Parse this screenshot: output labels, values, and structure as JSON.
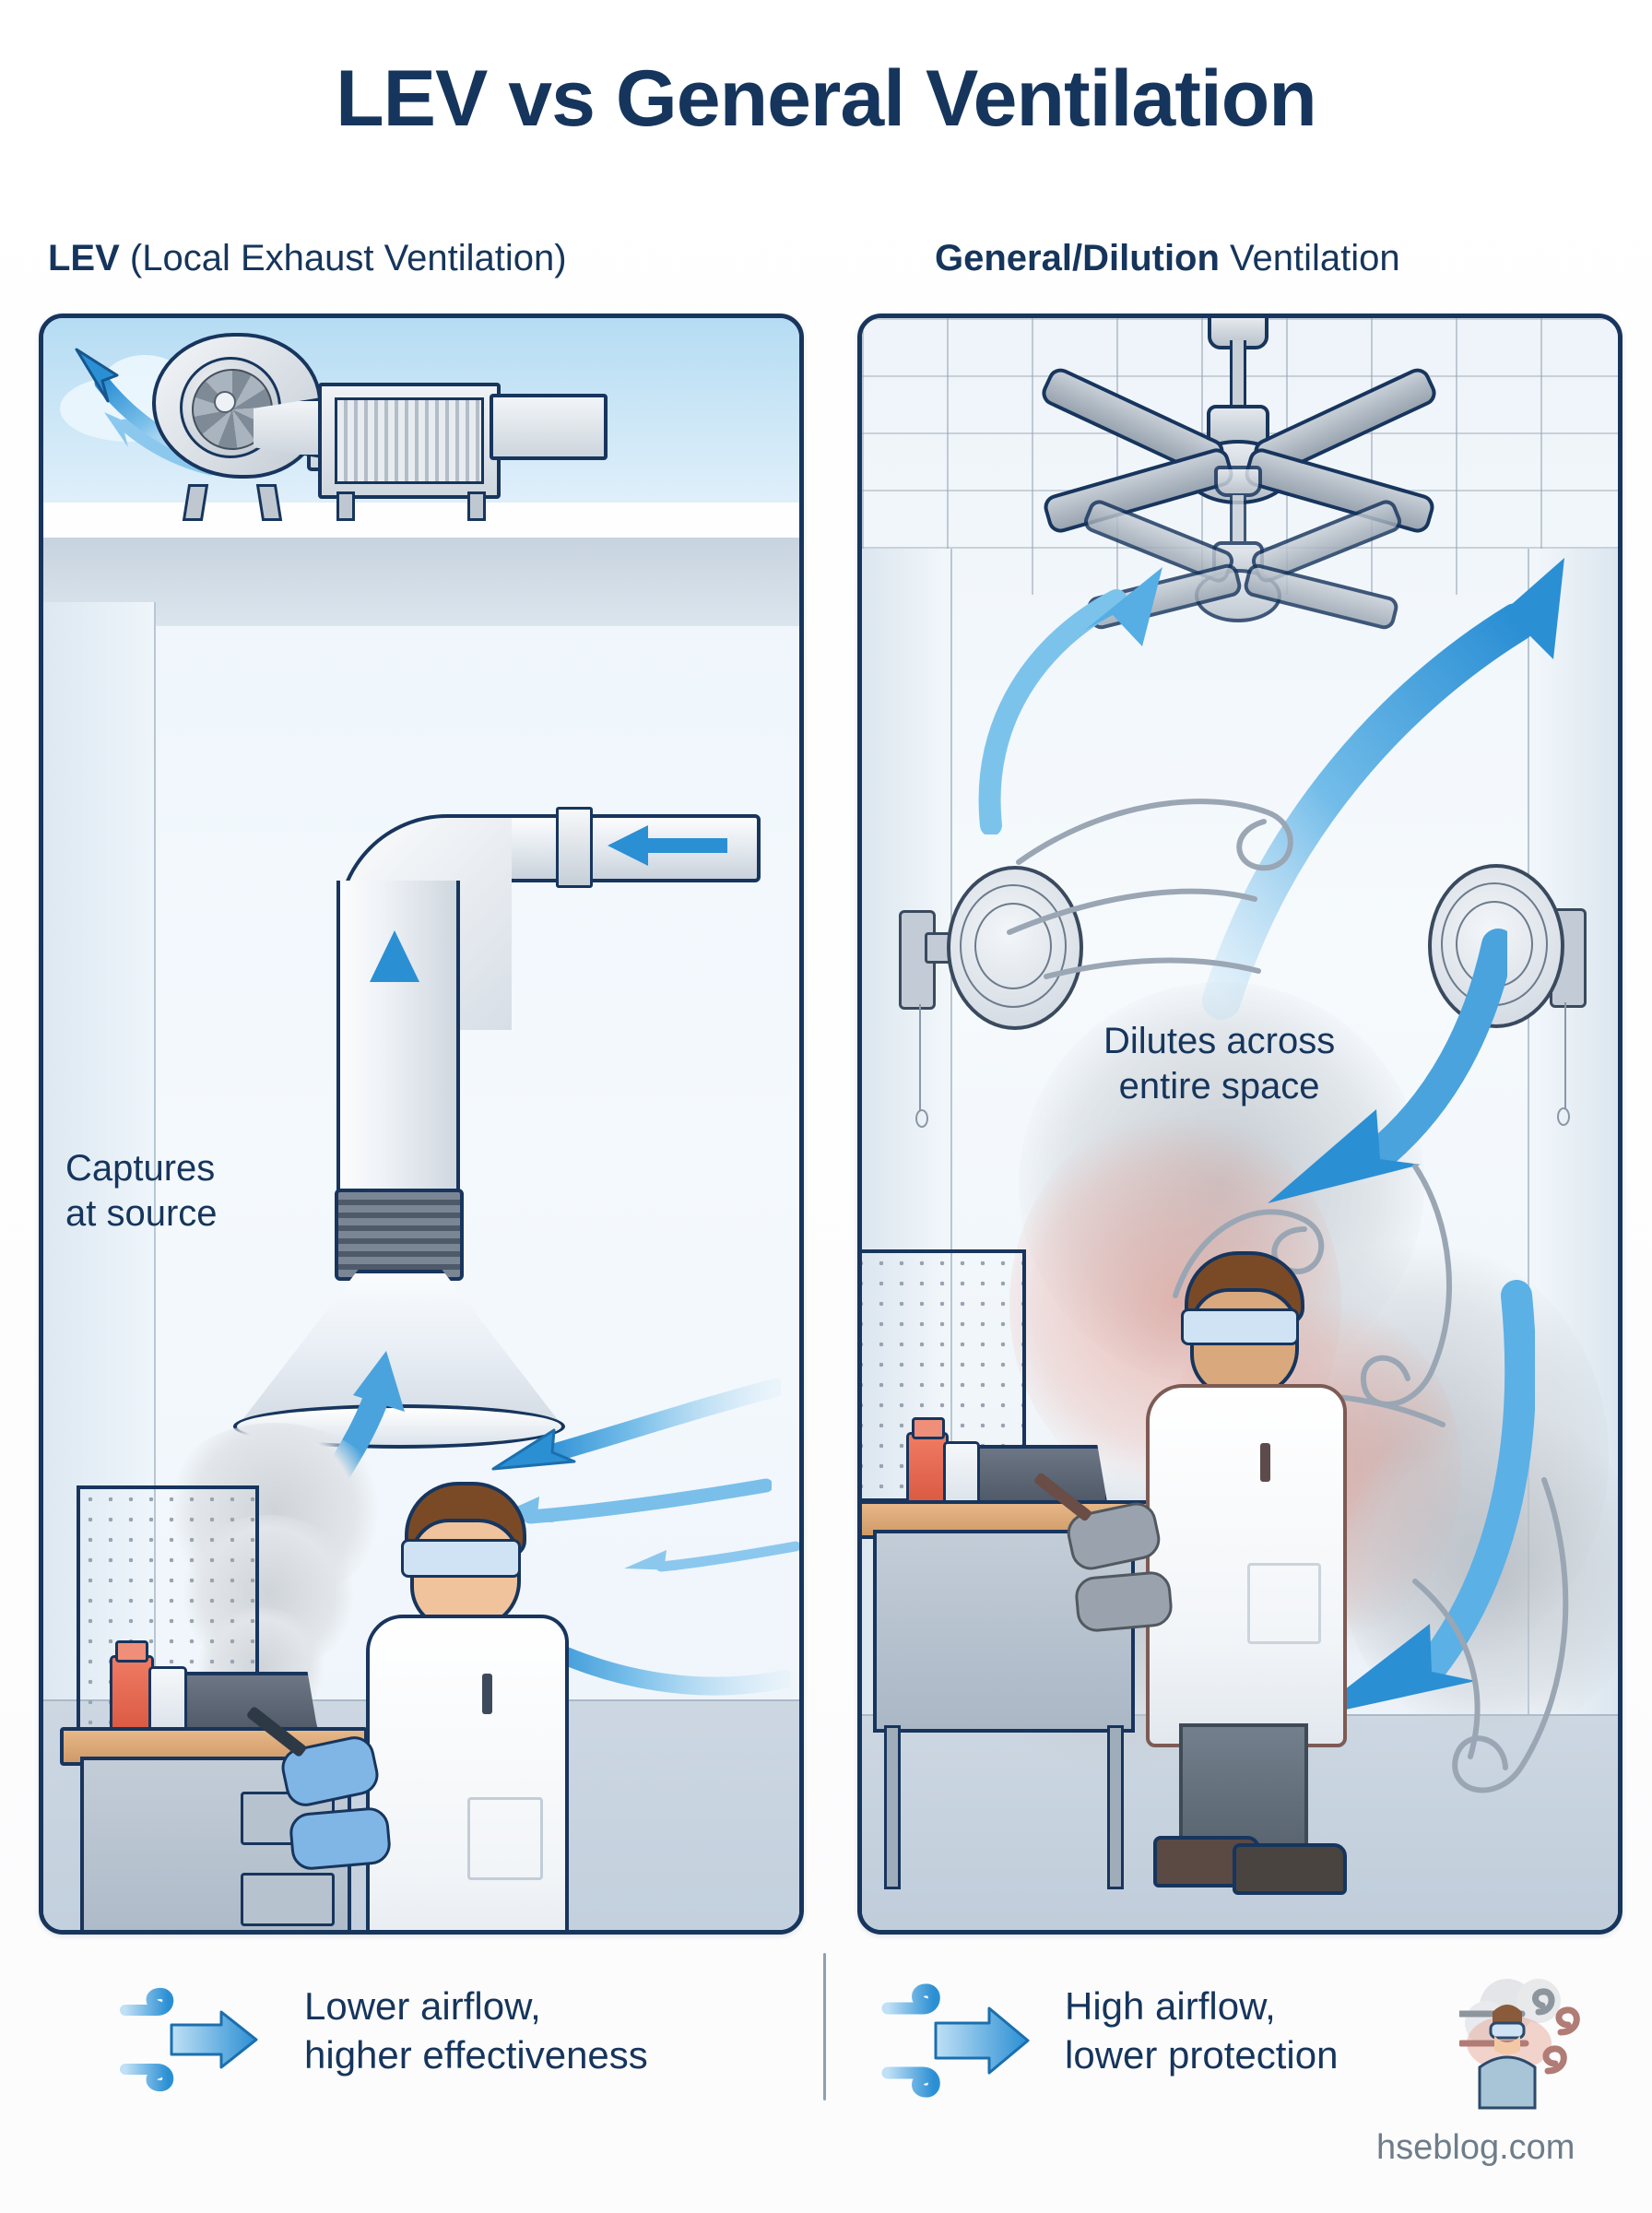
{
  "title": "LEV vs General Ventilation",
  "panels": {
    "left": {
      "head_bold": "LEV",
      "head_rest": " (Local Exhaust Ventilation)",
      "callout": "Captures\nat source",
      "scene_items": [
        "roof-blower",
        "filter-box",
        "exhaust-duct",
        "flexible-duct",
        "capture-hood",
        "pegboard",
        "workbench",
        "worker-soldering",
        "smoke-plume",
        "capture-arrows"
      ]
    },
    "right": {
      "head_bold": "General/Dilution",
      "head_rest": " Ventilation",
      "callout": "Dilutes across\nentire space",
      "scene_items": [
        "ceiling-fan-1",
        "ceiling-fan-2",
        "wall-fan-left",
        "wall-fan-right",
        "airflow-swirls",
        "contaminant-haze",
        "pegboard",
        "workbench",
        "worker-soldering"
      ]
    }
  },
  "footer": {
    "left_caption": "Lower airflow,\nhigher effectiveness",
    "right_caption": "High airflow,\nlower protection",
    "left_icon": "wind-arrow-icon",
    "right_icon": "wind-arrow-icon",
    "exposure_icon": "person-in-smoke-icon",
    "watermark": "hseblog.com"
  },
  "colors": {
    "title_navy": "#16355c",
    "panel_border": "#17355d",
    "arrow_blue": "#3d9bdd",
    "arrow_blue_light": "#8cc8ee",
    "sky_blue": "#b5dcf3",
    "smoke_gray": "#cfd4d9",
    "hazard_red": "#e28b7c",
    "bench_wood": "#e7b787",
    "glove_blue": "#7fb6e6",
    "watermark_gray": "#6f7d89"
  }
}
